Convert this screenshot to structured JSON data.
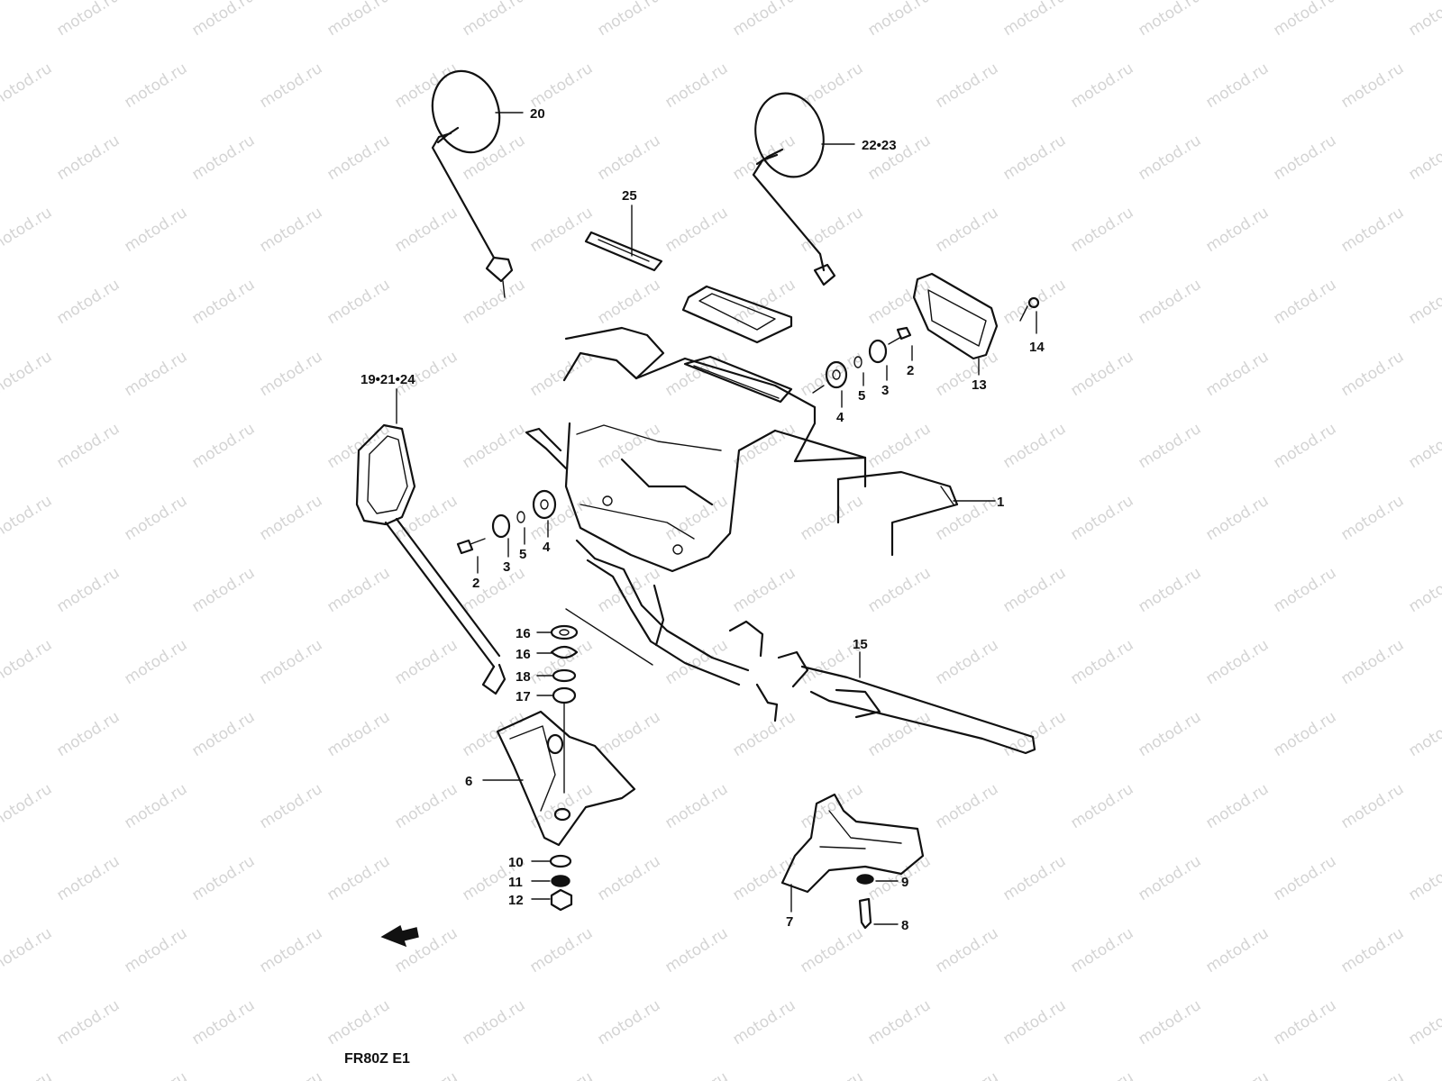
{
  "watermark": "motod.ru",
  "diagram_code": "FR80Z E1",
  "callouts": {
    "c1": "1",
    "c2a": "2",
    "c2b": "2",
    "c3a": "3",
    "c3b": "3",
    "c4a": "4",
    "c4b": "4",
    "c5a": "5",
    "c5b": "5",
    "c6": "6",
    "c7": "7",
    "c8": "8",
    "c9": "9",
    "c10": "10",
    "c11": "11",
    "c12": "12",
    "c13": "13",
    "c14": "14",
    "c15": "15",
    "c16a": "16",
    "c16b": "16",
    "c17": "17",
    "c18": "18",
    "c19": "19•21•24",
    "c20": "20",
    "c22": "22•23",
    "c25": "25"
  }
}
